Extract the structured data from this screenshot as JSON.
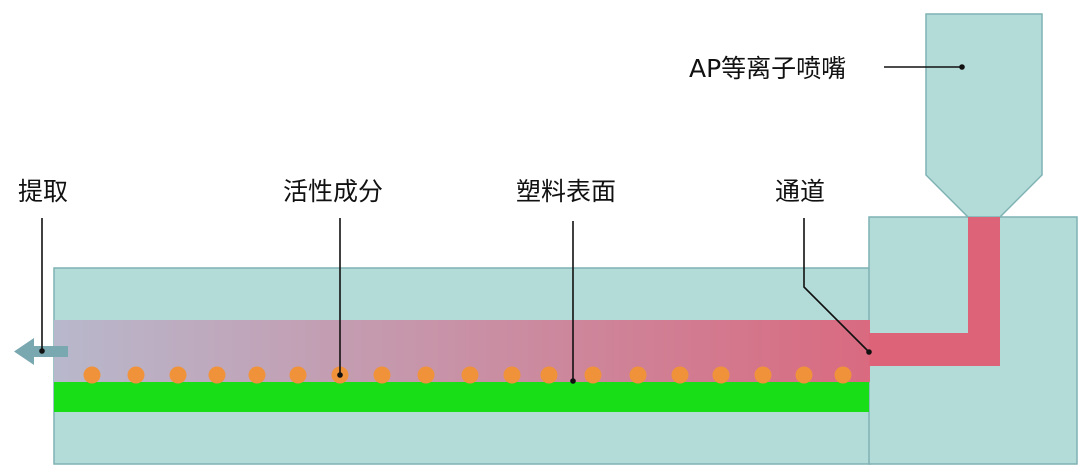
{
  "labels": {
    "nozzle": "AP等离子喷嘴",
    "extract": "提取",
    "active": "活性成分",
    "surface": "塑料表面",
    "channel": "通道"
  },
  "colors": {
    "housing_fill": "#b3dcd8",
    "housing_stroke": "#7fb2b4",
    "plasma_flow": "#dd6478",
    "channel_gradient_start": "#b8b8cc",
    "channel_gradient_end": "#d96a80",
    "plastic_surface": "#18de18",
    "active_particles": "#f0923a",
    "extract_arrow": "#7aa8b0"
  },
  "icons": {
    "extract_arrow": "arrow-left-icon",
    "particle": "orange-dot"
  }
}
